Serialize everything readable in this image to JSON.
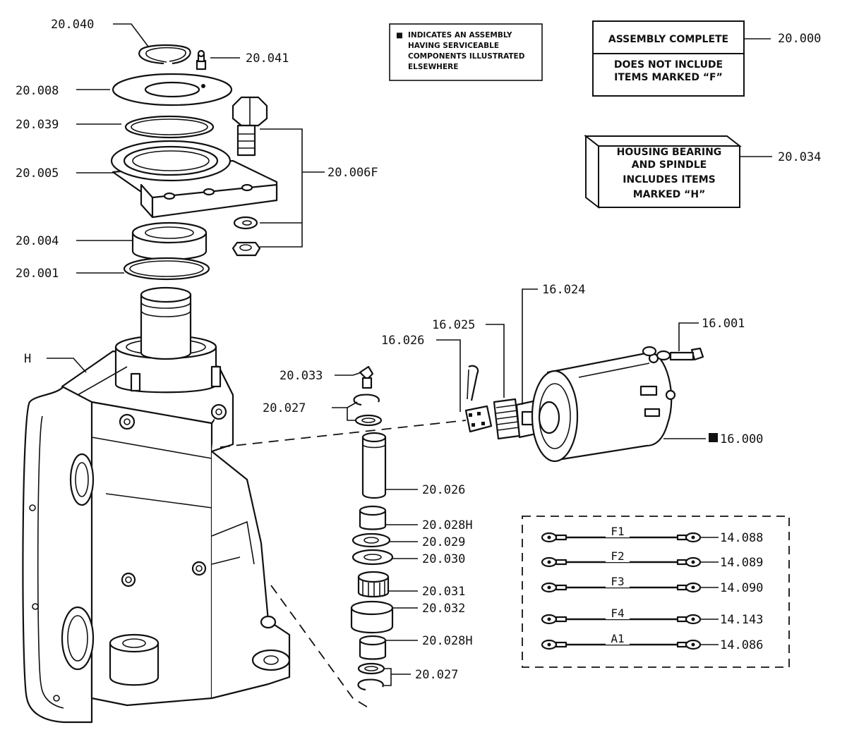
{
  "note": {
    "marker": "■",
    "lines": [
      "INDICATES AN ASSEMBLY",
      "HAVING SERVICEABLE",
      "COMPONENTS ILLUSTRATED",
      "ELSEWHERE"
    ]
  },
  "assembly_box": {
    "line1": "ASSEMBLY COMPLETE",
    "line2": "DOES NOT INCLUDE",
    "line3": "ITEMS MARKED “F”",
    "ref": "20.000"
  },
  "housing_box": {
    "lines": [
      "HOUSING BEARING",
      "AND SPINDLE",
      "INCLUDES ITEMS",
      "MARKED “H”"
    ],
    "ref": "20.034"
  },
  "labels": {
    "p20040": "20.040",
    "p20041": "20.041",
    "p20008": "20.008",
    "p20039": "20.039",
    "p20005": "20.005",
    "p20006": "20.006F",
    "p20004": "20.004",
    "p20001": "20.001",
    "housing": "H",
    "p20033": "20.033",
    "p20027a": "20.027",
    "p20026": "20.026",
    "p20028a": "20.028H",
    "p20029": "20.029",
    "p20030": "20.030",
    "p20031": "20.031",
    "p20032": "20.032",
    "p20028b": "20.028H",
    "p20027b": "20.027",
    "p16024": "16.024",
    "p16025": "16.025",
    "p16026": "16.026",
    "p16001": "16.001",
    "p16000": "16.000",
    "p16000_marker": "■"
  },
  "wires": [
    {
      "mark": "F1",
      "ref": "14.088"
    },
    {
      "mark": "F2",
      "ref": "14.089"
    },
    {
      "mark": "F3",
      "ref": "14.090"
    },
    {
      "mark": "F4",
      "ref": "14.143"
    },
    {
      "mark": "A1",
      "ref": "14.086"
    }
  ]
}
